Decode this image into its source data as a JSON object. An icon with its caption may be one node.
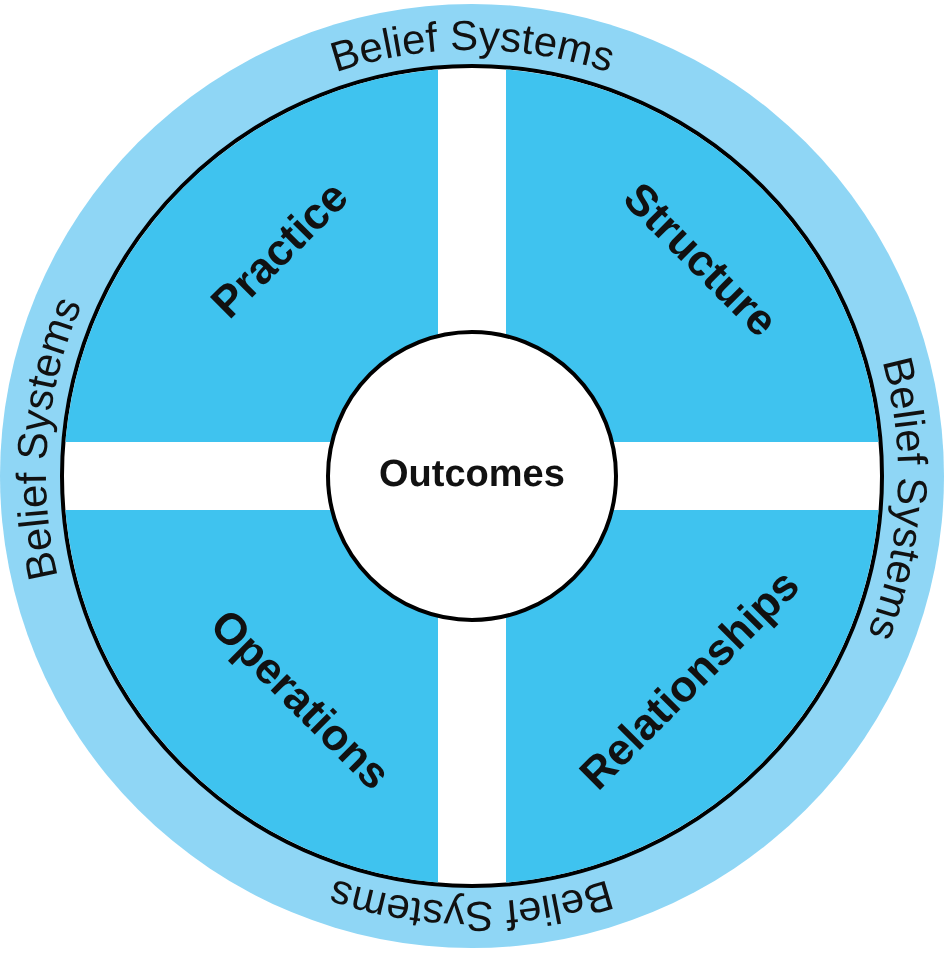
{
  "diagram": {
    "nodes": [
      {
        "text": [
          "Belief Systems",
          "Belief Systems",
          "Belief Systems",
          "Belief Systems"
        ]
      },
      {
        "text": [
          "Practice"
        ],
        "in": 0
      },
      {
        "text": [
          "Structure"
        ],
        "in": 0
      },
      {
        "text": [
          "Operations"
        ],
        "in": 0
      },
      {
        "text": [
          "Relationships"
        ],
        "in": 0
      },
      {
        "text": [
          "Outcomes"
        ],
        "in": 0
      }
    ]
  }
}
